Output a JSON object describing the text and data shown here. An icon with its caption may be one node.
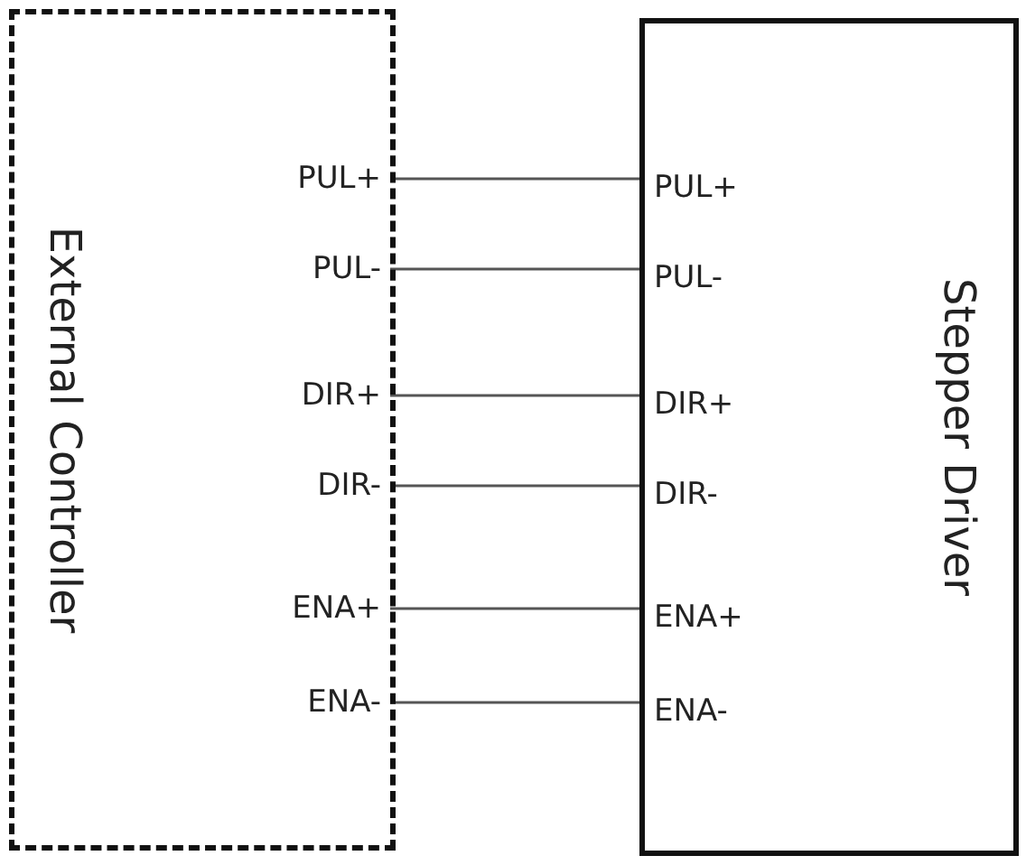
{
  "diagram": {
    "nodes": [
      {
        "text": [
          "External Controller"
        ]
      },
      {
        "text": [
          "PUL+"
        ],
        "in": 0
      },
      {
        "text": [
          "PUL-"
        ],
        "in": 0
      },
      {
        "text": [
          "DIR+"
        ],
        "in": 0
      },
      {
        "text": [
          "DIR-"
        ],
        "in": 0
      },
      {
        "text": [
          "ENA+"
        ],
        "in": 0
      },
      {
        "text": [
          "ENA-"
        ],
        "in": 0
      },
      {
        "text": [
          "Stepper Driver"
        ]
      },
      {
        "text": [
          "PUL+"
        ],
        "in": 7
      },
      {
        "text": [
          "PUL-"
        ],
        "in": 7
      },
      {
        "text": [
          "DIR+"
        ],
        "in": 7
      },
      {
        "text": [
          "DIR-"
        ],
        "in": 7
      },
      {
        "text": [
          "ENA+"
        ],
        "in": 7
      },
      {
        "text": [
          "ENA-"
        ],
        "in": 7
      }
    ],
    "edges": [
      {
        "from": 1,
        "to": 8,
        "arrow": "none"
      },
      {
        "from": 2,
        "to": 9,
        "arrow": "none"
      },
      {
        "from": 3,
        "to": 10,
        "arrow": "none"
      },
      {
        "from": 4,
        "to": 11,
        "arrow": "none"
      },
      {
        "from": 5,
        "to": 12,
        "arrow": "none"
      },
      {
        "from": 6,
        "to": 13,
        "arrow": "none"
      }
    ]
  }
}
